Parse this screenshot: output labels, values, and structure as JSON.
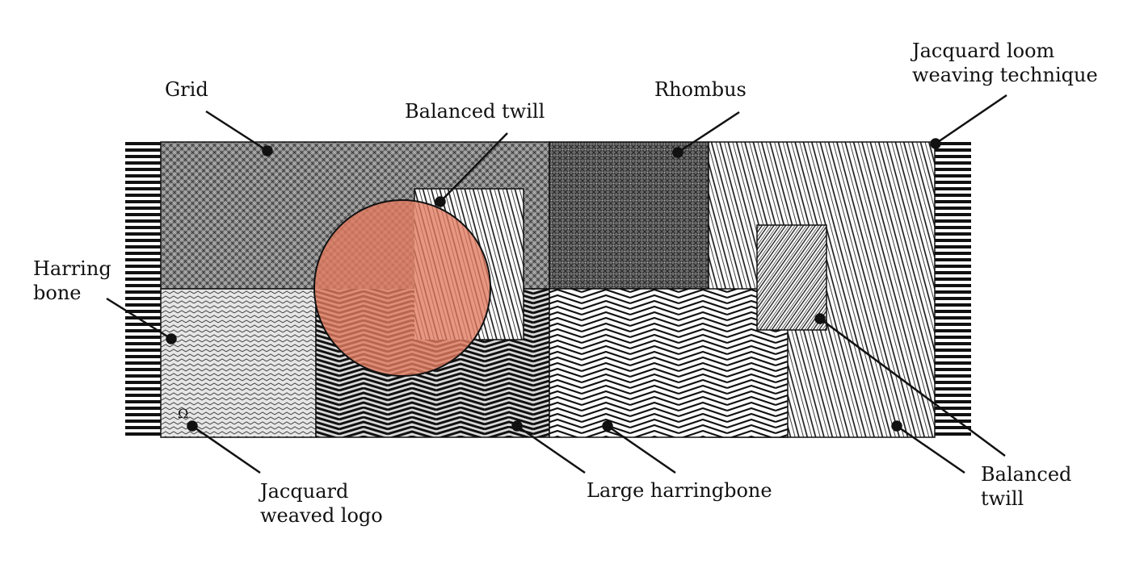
{
  "colors": {
    "ink": "#111111",
    "fringe": "#111111",
    "accent_circle": "#e07a5f",
    "background": "#ffffff"
  },
  "labels": {
    "grid": "Grid",
    "balanced_twill_top": "Balanced twill",
    "rhombus": "Rhombus",
    "jacquard_loom": [
      "Jacquard loom",
      "weaving technique"
    ],
    "harring_bone": [
      "Harring",
      "bone"
    ],
    "jacquard_logo": [
      "Jacquard",
      "weaved logo"
    ],
    "large_harringbone": "Large harringbone",
    "balanced_twill_right": [
      "Balanced",
      "twill"
    ]
  },
  "regions": [
    {
      "name": "grid",
      "pattern": "grid"
    },
    {
      "name": "rhombus",
      "pattern": "rhombus"
    },
    {
      "name": "balanced-twill-right",
      "pattern": "twill"
    },
    {
      "name": "harring-bone",
      "pattern": "small-herringbone"
    },
    {
      "name": "large-harringbone-left",
      "pattern": "large-herringbone"
    },
    {
      "name": "large-harringbone-right",
      "pattern": "large-herringbone"
    },
    {
      "name": "balanced-twill-inset-top",
      "pattern": "twill"
    },
    {
      "name": "balanced-twill-inset-right",
      "pattern": "fine-twill"
    }
  ],
  "logo_glyph": "Ω"
}
